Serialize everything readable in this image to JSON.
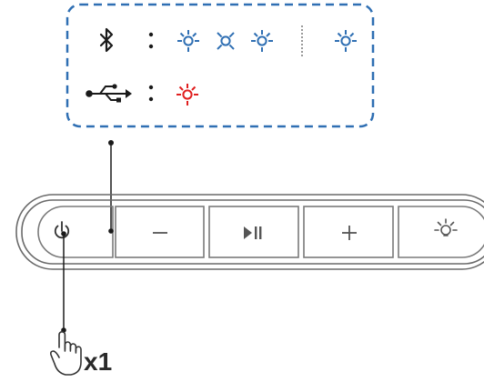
{
  "legend": {
    "rows": [
      {
        "source_icon": "bluetooth-icon",
        "separator": ":",
        "states": [
          "light-on-blue-icon",
          "light-off-blue-icon",
          "light-on-blue-icon"
        ],
        "extra_state": "light-on-blue-icon",
        "color": "#2f6fb3"
      },
      {
        "source_icon": "usb-icon",
        "separator": ":",
        "states": [
          "light-on-red-icon"
        ],
        "color": "#e02020"
      }
    ],
    "border_color": "#2f6fb3"
  },
  "control_bar": {
    "buttons": [
      {
        "name": "power-button",
        "icon": "power-icon"
      },
      {
        "name": "volume-down-button",
        "icon": "minus-icon"
      },
      {
        "name": "play-pause-button",
        "icon": "play-pause-icon"
      },
      {
        "name": "volume-up-button",
        "icon": "plus-icon"
      },
      {
        "name": "light-button",
        "icon": "light-bulb-icon"
      }
    ]
  },
  "tap": {
    "icon": "tap-hand-icon",
    "count_label": "x1"
  }
}
